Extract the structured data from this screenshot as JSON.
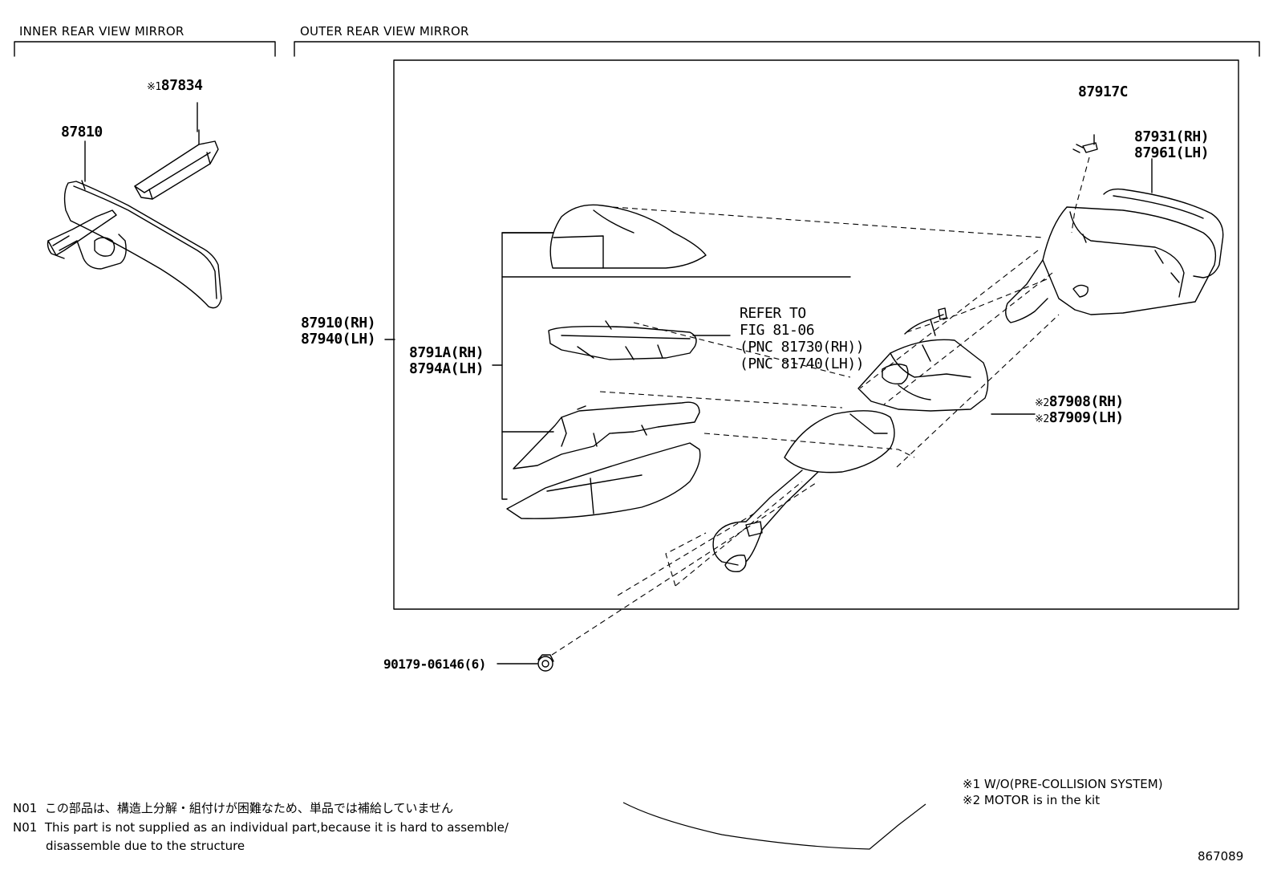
{
  "sections": {
    "inner": "INNER REAR VIEW MIRROR",
    "outer": "OUTER REAR VIEW MIRROR"
  },
  "parts": {
    "p87834": {
      "mark": "※1",
      "num": "87834"
    },
    "p87810": "87810",
    "p87917c": "87917C",
    "p87931": "87931(RH)",
    "p87961": "87961(LH)",
    "p87910": "87910(RH)",
    "p87940": "87940(LH)",
    "p8791a": "8791A(RH)",
    "p8794a": "8794A(LH)",
    "refer": [
      "REFER TO",
      "FIG 81-06",
      "(PNC 81730(RH))",
      "(PNC 81740(LH))"
    ],
    "p87908": {
      "mark": "※2",
      "num": "87908(RH)"
    },
    "p87909": {
      "mark": "※2",
      "num": "87909(LH)"
    },
    "p90179": "90179-06146(6)"
  },
  "footnotes": {
    "fn1": "※1 W/O(PRE-COLLISION SYSTEM)",
    "fn2_partial": "※2 MOTOR is in the kit"
  },
  "notes": {
    "n01_code_jp": "N01",
    "n01_jp": "この部品は、構造上分解・組付けが困難なため、単品では補給していません",
    "n01_code_en": "N01",
    "n01_en_1": "This part is not supplied as an individual part,because it is hard to assemble/",
    "n01_en_2": "disassemble due to the structure"
  },
  "figure_id": "867089"
}
